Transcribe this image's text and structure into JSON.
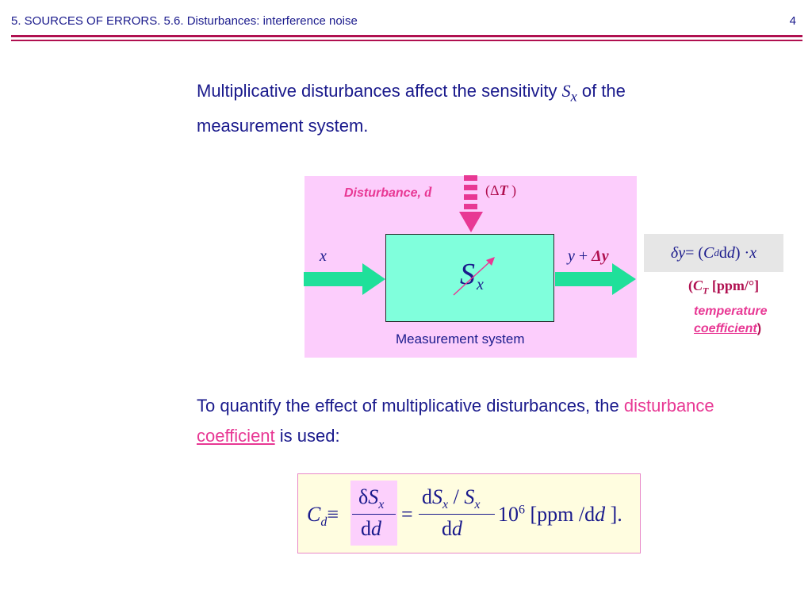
{
  "header": {
    "title": "5. SOURCES OF ERRORS. 5.6. Disturbances: interference noise",
    "page_number": "4"
  },
  "intro": {
    "before": "Multiplicative disturbances affect the sensitivity ",
    "symbol": "S",
    "symbol_sub": "x",
    "after": " of the measurement system."
  },
  "diagram": {
    "disturbance_label": "Disturbance, ",
    "disturbance_symbol": "d",
    "delta_T_open": "(Δ",
    "delta_T_var": "T",
    "delta_T_close": " )",
    "input_label": "x",
    "output_y": "y",
    "output_plus": " + ",
    "output_dy": "Δy",
    "sens_symbol": "S",
    "sens_sub": "x",
    "caption": "Measurement system"
  },
  "side_equation": {
    "lhs": "δy",
    "eq": " = (",
    "C": "C",
    "C_sub": "d",
    "dd": " d ",
    "d": "d",
    "rest": " ) · ",
    "x": "x"
  },
  "temp_coef": {
    "open": "(",
    "C": "C",
    "C_sub": "T",
    "unit": " [ppm/°]",
    "line1": "temperature",
    "line2": "coefficient",
    "close": ")"
  },
  "quantify": {
    "before": "To quantify the effect of multiplicative disturbances, the ",
    "term1": "disturbance",
    "space": " ",
    "term2": "coefficient",
    "after": " is used:"
  },
  "formula": {
    "C": "C",
    "C_sub": "d",
    "equiv": "≡",
    "num1_delta": "δ",
    "num1_S": "S",
    "num1_sub": "x",
    "den1_d": "d",
    "den1_var": "d",
    "equals": "=",
    "num2_d": "d",
    "num2_S": "S",
    "num2_sub": "x",
    "num2_slash": " / ",
    "num2_S2": "S",
    "num2_sub2": "x",
    "den2_d": "d",
    "den2_var": "d",
    "ten": "10",
    "exp": "6",
    "unit_open": " [ppm /",
    "unit_d": "d",
    "unit_var": "d",
    "unit_close": " ]."
  },
  "colors": {
    "text_navy": "#1a1a8c",
    "accent_pink": "#e83894",
    "accent_maroon": "#b01050",
    "diagram_bg": "#fccdfc",
    "system_box": "#80ffdc",
    "arrow_green": "#1fe09a",
    "formula_bg": "#fffde0"
  },
  "icons": {
    "input_arrow": "arrow-right-icon",
    "output_arrow": "arrow-right-icon",
    "disturbance_arrow": "dashed-arrow-down-icon",
    "sensitivity_arrow": "diagonal-arrow-icon"
  }
}
